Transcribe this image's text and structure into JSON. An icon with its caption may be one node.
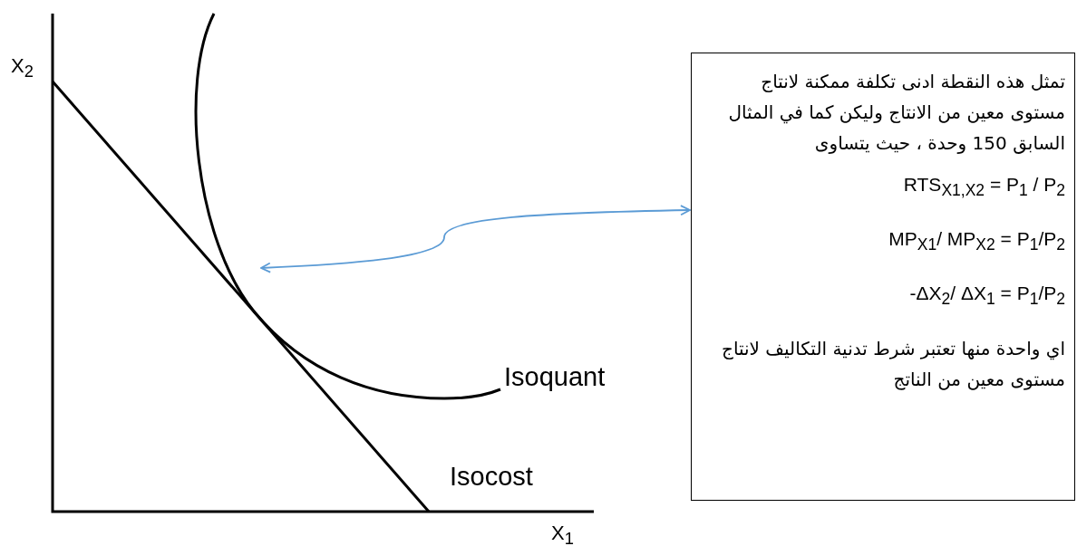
{
  "diagram": {
    "nodes": [
      {
        "text": [
          "تمثل هذه النقطة ادنى تكلفة ممكنة لانتاج مستوى معين من الانتاج وليكن كما في المثال السابق 150 وحدة ، حيث يتساوى",
          "RTS$_{X1,X2}$ = P$_{1}$ / P$_{2}$",
          "MP$_{X1}$/ MP$_{X2}$ = P$_{1}$/P$_{2}$",
          "-ΔX$_{2}$/ ΔX$_{1}$ = P$_{1}$/P$_{2}$",
          "اي واحدة منها تعتبر شرط تدنية التكاليف لانتاج مستوى معين من الناتج"
        ]
      },
      {
        "text": [],
        "shape": "curve"
      }
    ],
    "edges": [
      {
        "from": 0,
        "to": 1,
        "arrow": "both",
        "color": "#5b9bd5"
      }
    ],
    "labels": [
      "X$_{2}$",
      "Isoquant",
      "Isocost",
      "X$_{1}$"
    ]
  }
}
